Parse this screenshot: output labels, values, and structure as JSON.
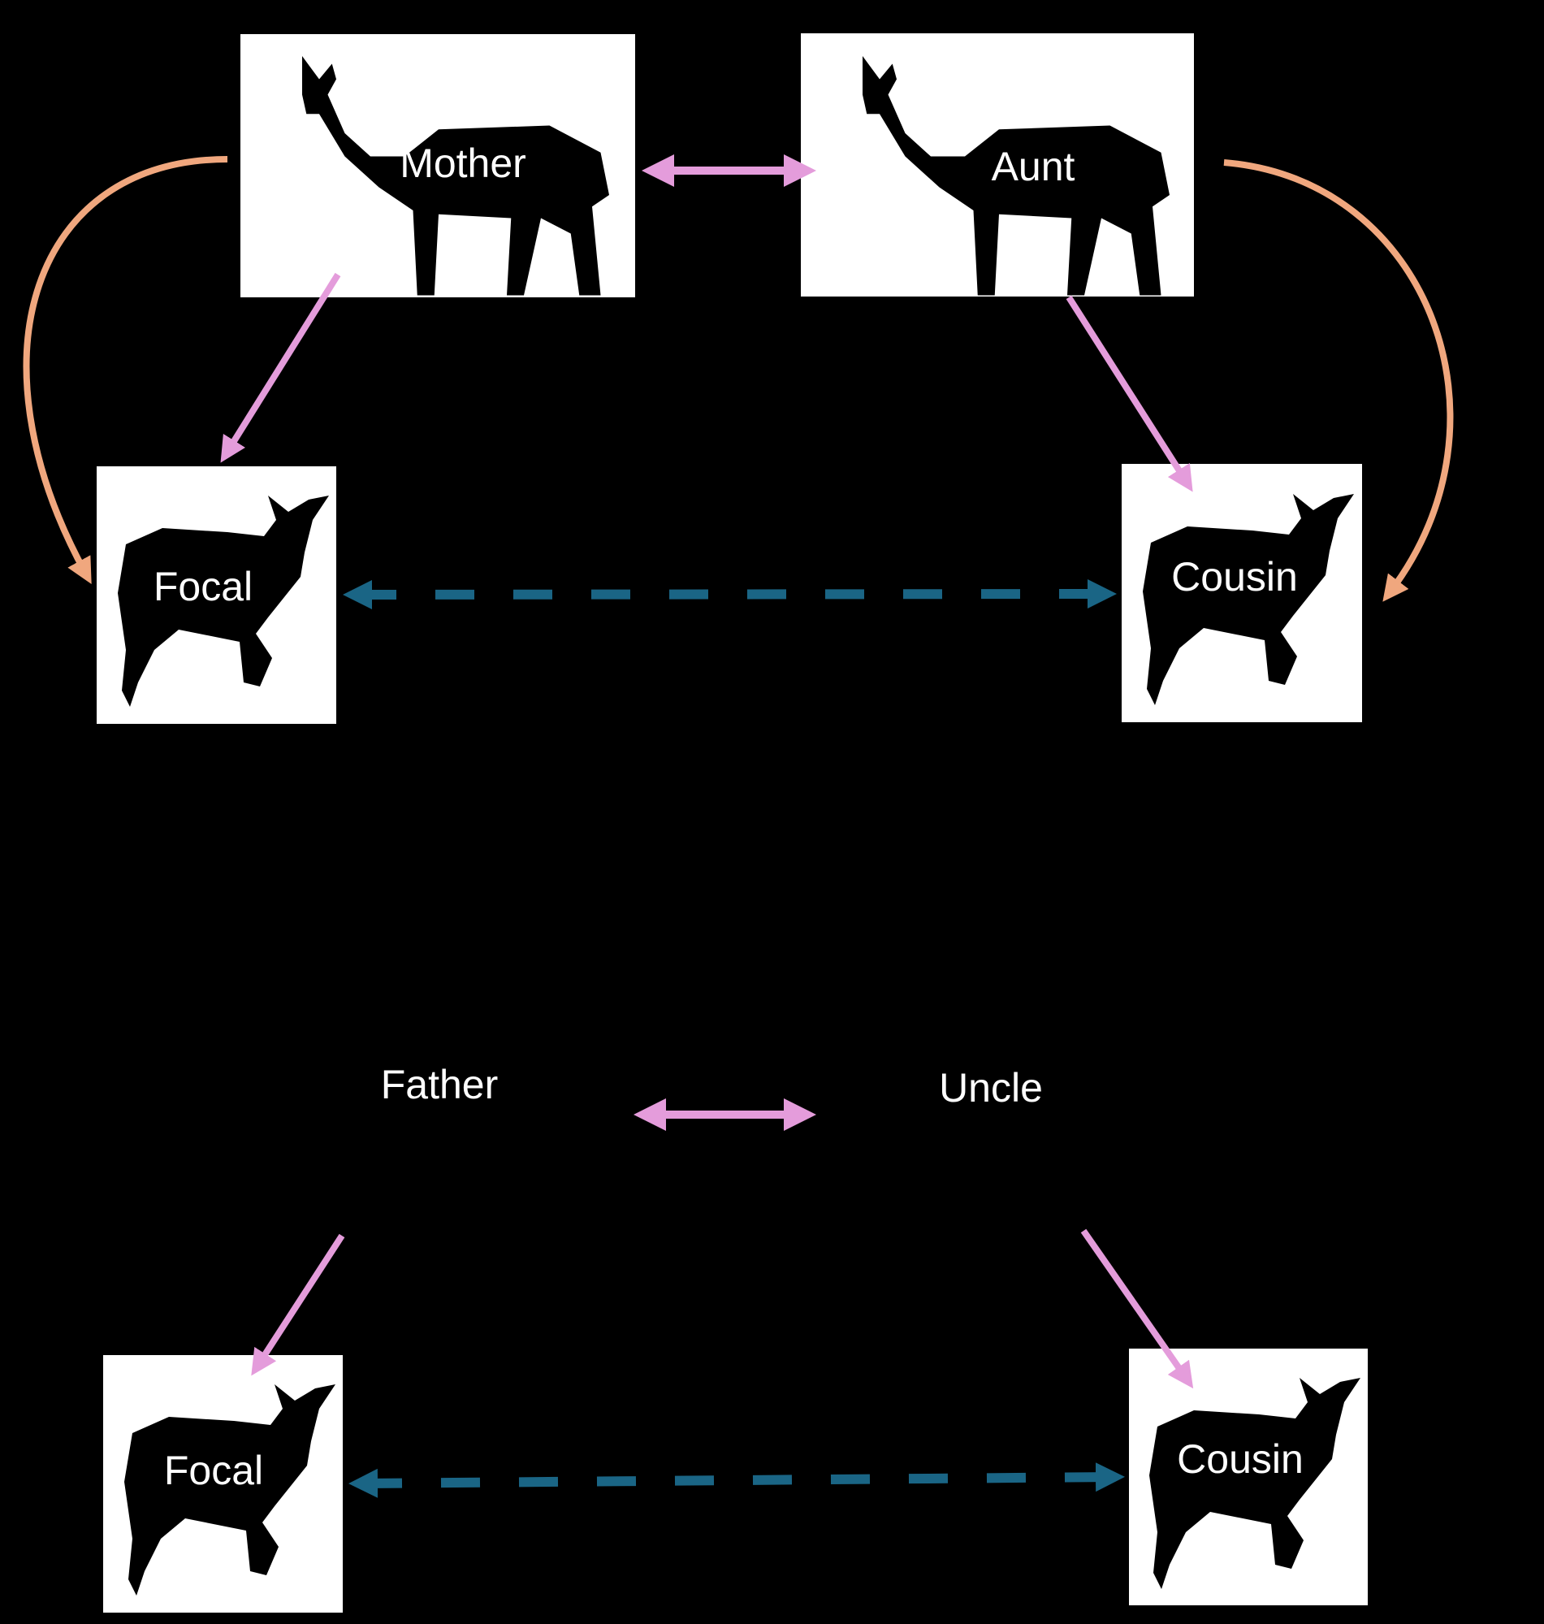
{
  "colors": {
    "background": "#000000",
    "kin_arrow": "#E49CDB",
    "maternal_arrow": "#F0A77E",
    "cousin_arrow": "#1A6585",
    "box": "#FFFFFF"
  },
  "maternal": {
    "mother": "Mother",
    "aunt": "Aunt",
    "focal": "Focal",
    "cousin": "Cousin"
  },
  "paternal": {
    "father": "Father",
    "uncle": "Uncle",
    "focal": "Focal",
    "cousin": "Cousin"
  }
}
